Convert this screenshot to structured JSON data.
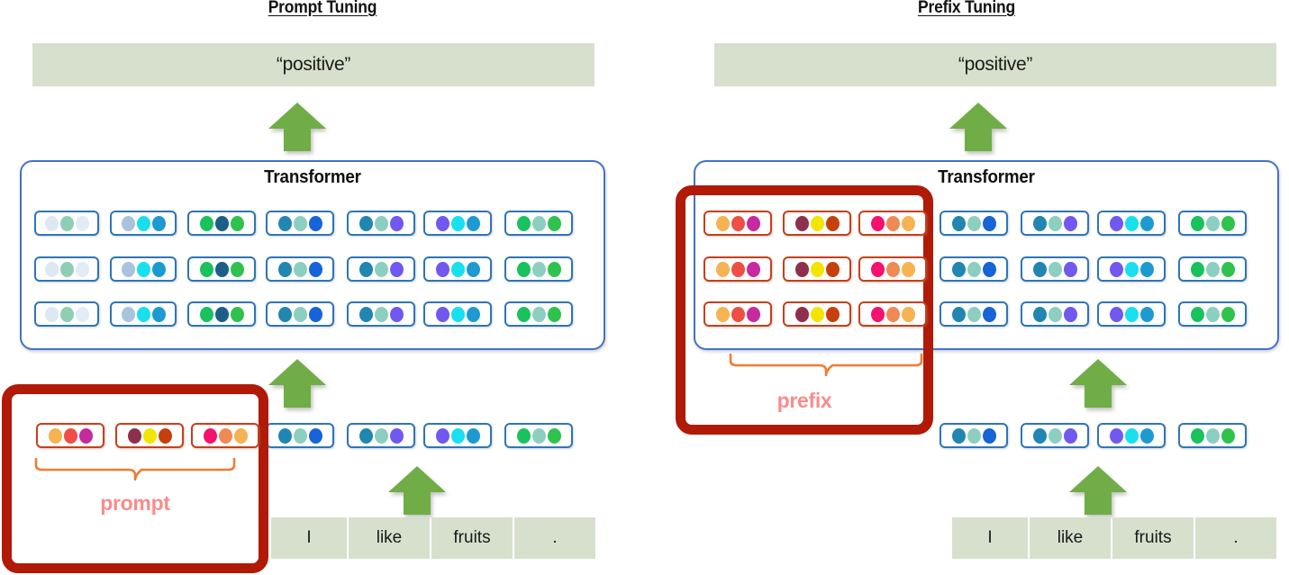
{
  "figure": {
    "type": "diagram",
    "description": "Comparison diagram of Prompt Tuning versus Prefix Tuning"
  },
  "colors": {
    "output_box_fill": "#d7e0cd",
    "transformer_border": "#4472c4",
    "pill_border_cool": "#2e75b6",
    "pill_border_warm": "#c5401a",
    "highlight_border": "#b01a07",
    "brace": "#ed7d31",
    "brace_label": "#f98c8c",
    "arrow_fill": "#70ad47"
  },
  "panels": [
    {
      "id": "prompt-tuning",
      "title": "Prompt Tuning",
      "output_label": "“positive”",
      "transformer_label": "Transformer",
      "highlight_label": "prompt",
      "words": [
        "I",
        "like",
        "fruits",
        "."
      ],
      "transformer_rows": 3,
      "transformer_pills_per_row": 7,
      "bottom_pills": 4,
      "prompt_pills": 3,
      "arrows": [
        "output-arrow",
        "transformer-arrow",
        "embedding-arrow"
      ]
    },
    {
      "id": "prefix-tuning",
      "title": "Prefix Tuning",
      "output_label": "“positive”",
      "transformer_label": "Transformer",
      "highlight_label": "prefix",
      "words": [
        "I",
        "like",
        "fruits",
        "."
      ],
      "transformer_rows": 3,
      "transformer_pills_per_row": 7,
      "bottom_pills": 4,
      "prefix_pills": 3,
      "arrows": [
        "output-arrow",
        "transformer-arrow",
        "embedding-arrow"
      ]
    }
  ],
  "pill_palettes": {
    "cool": [
      [
        "#dde8f3",
        "#8ecfb4",
        "#e2ecf6"
      ],
      [
        "#a9c3dc",
        "#18e0f0",
        "#1d9bd1"
      ],
      [
        "#19c25c",
        "#1b5f86",
        "#2fc24f"
      ],
      [
        "#2186b0",
        "#8ccfc0",
        "#1763d8"
      ],
      [
        "#2186b0",
        "#8ccfc0",
        "#7158ef"
      ],
      [
        "#7158ef",
        "#18e0f0",
        "#1d9bd1"
      ],
      [
        "#19c25c",
        "#8ccfc0",
        "#2fc24f"
      ]
    ],
    "warm": [
      [
        "#f5b352",
        "#ef4e44",
        "#c62a9e"
      ],
      [
        "#8e2f4e",
        "#f2e500",
        "#c6400e"
      ],
      [
        "#f5116e",
        "#f08a55",
        "#f5b352"
      ]
    ]
  }
}
